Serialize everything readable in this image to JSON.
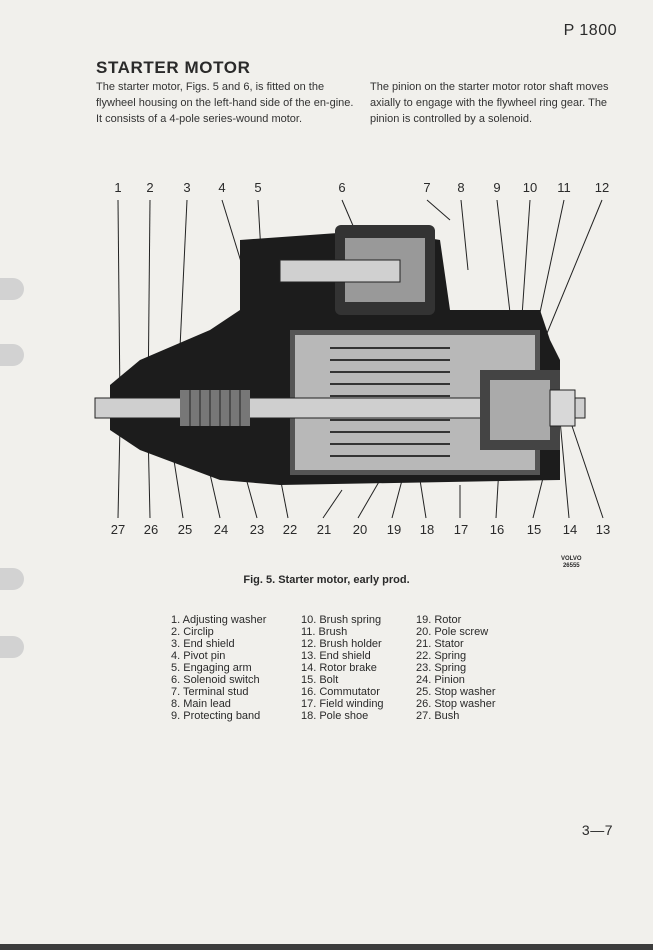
{
  "page_number": "P 1800",
  "section_title": "STARTER MOTOR",
  "intro_left": "The starter motor, Figs. 5 and 6, is fitted on the flywheel housing on the left-hand side of the en-gine. It consists of a 4-pole series-wound motor.",
  "intro_right": "The pinion on the starter motor rotor shaft moves axially to engage with the flywheel ring gear. The pinion is controlled by a solenoid.",
  "figure": {
    "top_numbers": [
      "1",
      "2",
      "3",
      "4",
      "5",
      "6",
      "7",
      "8",
      "9",
      "10",
      "11",
      "12"
    ],
    "bottom_numbers": [
      "27",
      "26",
      "25",
      "24",
      "23",
      "22",
      "21",
      "20",
      "19",
      "18",
      "17",
      "16",
      "15",
      "14",
      "13"
    ],
    "brand": "VOLVO",
    "ref": "26555",
    "caption": "Fig. 5.  Starter motor, early prod."
  },
  "legend": [
    [
      "1. Adjusting washer",
      "2. Circlip",
      "3. End shield",
      "4. Pivot pin",
      "5. Engaging arm",
      "6. Solenoid switch",
      "7. Terminal stud",
      "8. Main lead",
      "9. Protecting band"
    ],
    [
      "10. Brush spring",
      "11. Brush",
      "12. Brush holder",
      "13. End shield",
      "14. Rotor brake",
      "15. Bolt",
      "16. Commutator",
      "17. Field winding",
      "18. Pole shoe"
    ],
    [
      "19. Rotor",
      "20. Pole screw",
      "21. Stator",
      "22. Spring",
      "23. Spring",
      "24. Pinion",
      "25. Stop washer",
      "26. Stop washer",
      "27. Bush"
    ]
  ],
  "footer_page": "3—7"
}
